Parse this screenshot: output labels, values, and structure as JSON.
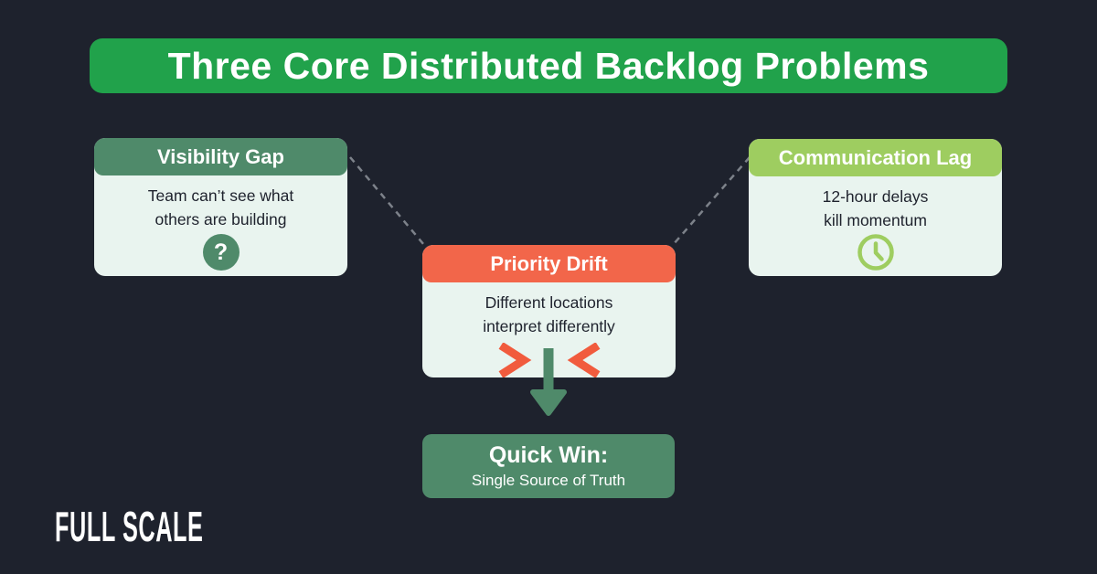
{
  "title": {
    "text": "Three Core Distributed Backlog Problems"
  },
  "cards": [
    {
      "id": "visibility-gap",
      "title": "Visibility Gap",
      "lines": [
        "Team can’t see what",
        "others are building"
      ],
      "icon": "question-icon",
      "icon_glyph": "?",
      "header_color": "#4f8a6a"
    },
    {
      "id": "priority-drift",
      "title": "Priority Drift",
      "lines": [
        "Different locations",
        "interpret differently"
      ],
      "icon": "opposing-chevrons-icon",
      "header_color": "#f2664a"
    },
    {
      "id": "communication-lag",
      "title": "Communication Lag",
      "lines": [
        "12-hour delays",
        "kill momentum"
      ],
      "icon": "clock-icon",
      "header_color": "#9ecd60"
    }
  ],
  "quick_win": {
    "title": "Quick Win:",
    "subtitle": "Single Source of Truth"
  },
  "logo": {
    "text": "FULL SCALE"
  },
  "colors": {
    "background": "#1e222d",
    "banner_green": "#21a24b",
    "sage_green": "#4f8a6a",
    "light_green": "#9ecd60",
    "orange": "#f2664a",
    "card_mint": "#e9f4ef",
    "connector_gray": "#7d828a",
    "text_dark": "#1e222d",
    "text_white": "#ffffff"
  }
}
